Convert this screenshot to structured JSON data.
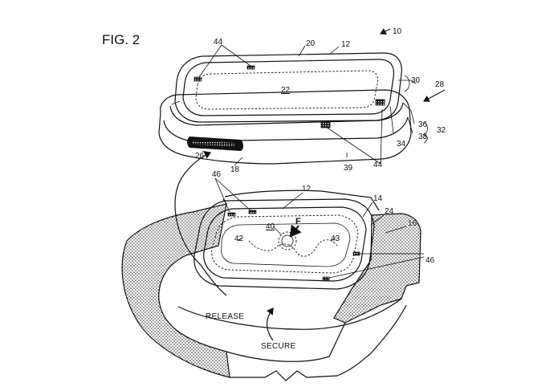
{
  "figure": {
    "title": "FIG. 2",
    "refs": {
      "r10": "10",
      "r12a": "12",
      "r20": "20",
      "r22": "22",
      "r44a": "44",
      "r30": "30",
      "r28": "28",
      "r36": "36",
      "r32": "32",
      "r38": "38",
      "r34": "34",
      "r44b": "44",
      "r39": "39",
      "r26": "26",
      "r18": "18",
      "r46a": "46",
      "r12b": "12",
      "r14": "14",
      "r24": "24",
      "r16": "16",
      "r40": "40",
      "rF": "F",
      "r42": "42",
      "r43": "43",
      "r46b": "46"
    },
    "captions": {
      "release": "RELEASE",
      "secure": "SECURE"
    }
  }
}
